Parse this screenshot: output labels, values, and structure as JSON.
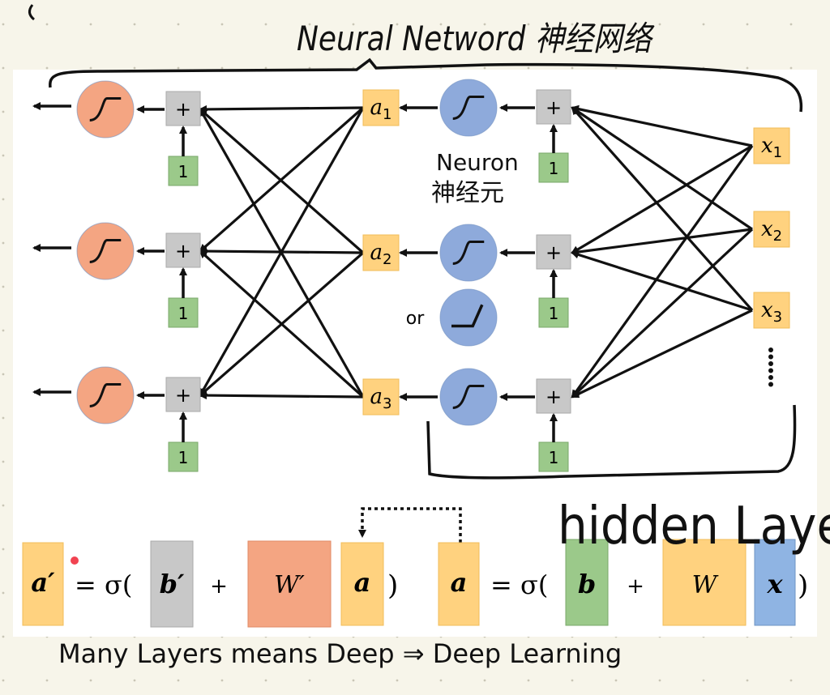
{
  "annotations": {
    "top_title": "Neural Netword 神经网络",
    "neuron_label_en": "Neuron",
    "neuron_label_zh": "神经元",
    "hidden_layer": "hidden Layer",
    "bottom_note": "Many Layers means Deep ⇒ Deep Learning"
  },
  "diagram": {
    "inputs": [
      "x",
      "x",
      "x"
    ],
    "input_subscripts": [
      "1",
      "2",
      "3"
    ],
    "ellipsis": "⋮",
    "hidden_outputs": [
      "a",
      "a",
      "a"
    ],
    "hidden_subscripts": [
      "1",
      "2",
      "3"
    ],
    "sum_symbol": "+",
    "bias_value": "1",
    "or_label": "or",
    "hidden_neuron_count": 3,
    "output_neuron_count": 3
  },
  "equations": {
    "left": {
      "lhs": "a′",
      "eq": "= σ(",
      "b": "b′",
      "plus": "+",
      "w": "W′",
      "a": "a",
      "close": ")"
    },
    "right": {
      "lhs": "a",
      "eq": "= σ(",
      "b": "b",
      "plus": "+",
      "w": "W",
      "x": "x",
      "close": ")"
    }
  },
  "colors": {
    "background": "#f7f5ea",
    "slide": "#ffffff",
    "orange_neuron": "#f4a582",
    "blue_neuron": "#8eaadb",
    "value_box": "#ffd27f",
    "sum_box": "#c8c8c8",
    "bias_box": "#9bc98a",
    "x_box": "#8fb4e3",
    "weight_box_prime": "#f4a582",
    "weight_box": "#ffd27f",
    "stroke": "#111111"
  }
}
